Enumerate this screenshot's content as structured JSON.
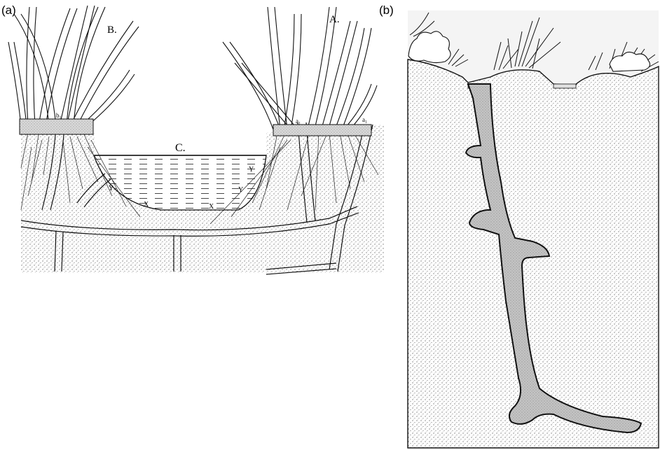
{
  "panels": {
    "a": {
      "label": "(a)",
      "annotations": {
        "tussock_left": "B.",
        "tussock_right": "A.",
        "pool": "C.",
        "marker_y_left": "Y",
        "marker_y_right_top": "Y",
        "marker_y_right_bottom": "Y",
        "marker_x_left": "X",
        "marker_x_right": "X",
        "marker_b1": "b₁",
        "marker_a1": "a₁",
        "marker_a2": "a₁"
      }
    },
    "b": {
      "label": "(b)"
    }
  },
  "colors": {
    "ink": "#111111",
    "soil_stipple": "#cfcfcf",
    "water": "#e8e8e8",
    "burrow_fill": "#cdcdcd"
  }
}
